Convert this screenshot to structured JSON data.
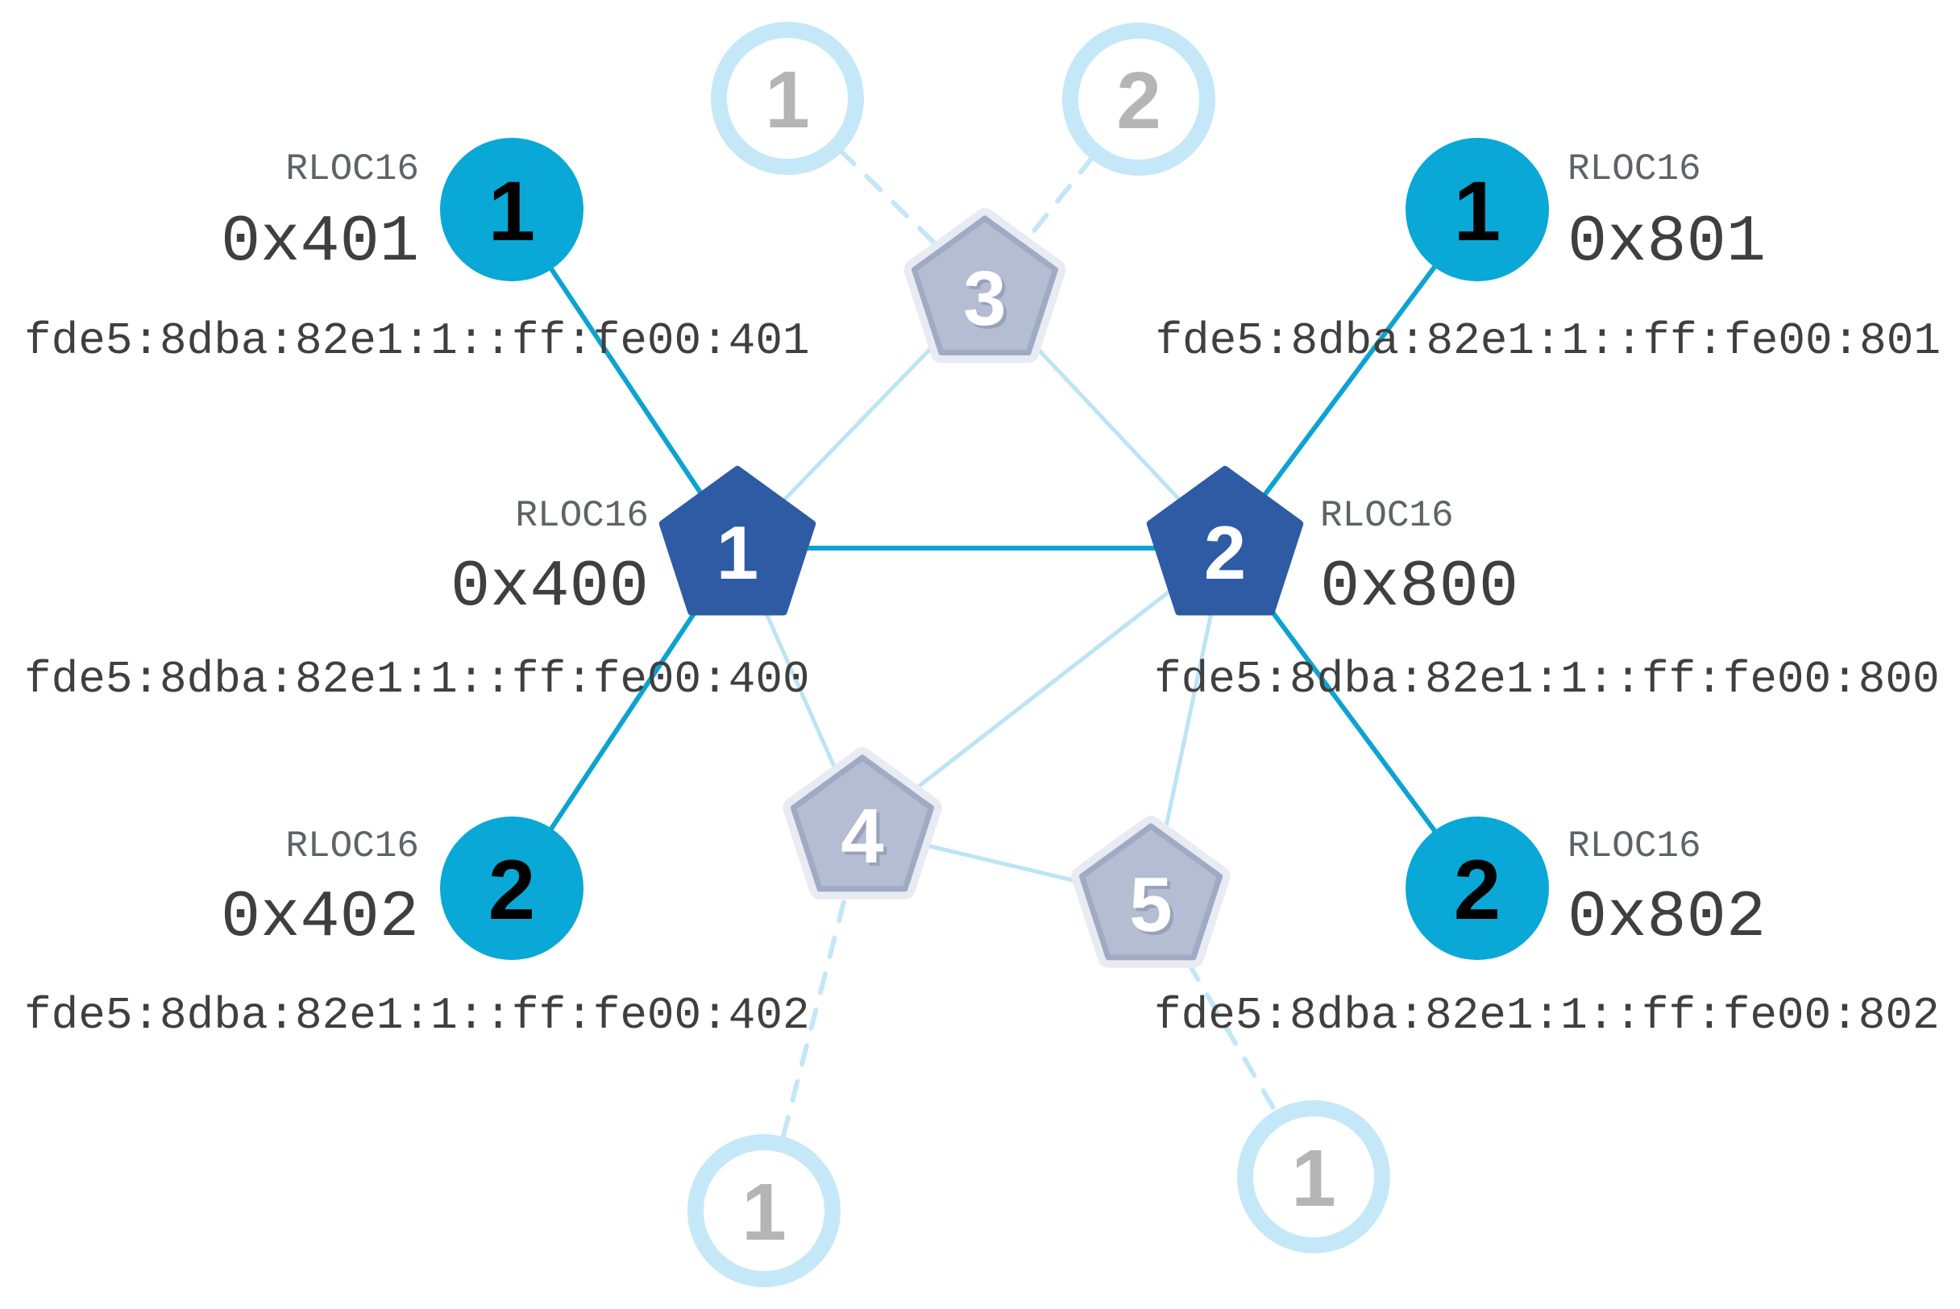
{
  "rloc_label": "RLOC16",
  "routers": {
    "router_1": {
      "number": "1",
      "rloc16": "0x400",
      "ipv6": "fde5:8dba:82e1:1::ff:fe00:400"
    },
    "router_2": {
      "number": "2",
      "rloc16": "0x800",
      "ipv6": "fde5:8dba:82e1:1::ff:fe00:800"
    },
    "router_3": {
      "number": "3"
    },
    "router_4": {
      "number": "4"
    },
    "router_5": {
      "number": "5"
    }
  },
  "children": {
    "child_401": {
      "number": "1",
      "rloc16": "0x401",
      "ipv6": "fde5:8dba:82e1:1::ff:fe00:401"
    },
    "child_402": {
      "number": "2",
      "rloc16": "0x402",
      "ipv6": "fde5:8dba:82e1:1::ff:fe00:402"
    },
    "child_801": {
      "number": "1",
      "rloc16": "0x801",
      "ipv6": "fde5:8dba:82e1:1::ff:fe00:801"
    },
    "child_802": {
      "number": "2",
      "rloc16": "0x802",
      "ipv6": "fde5:8dba:82e1:1::ff:fe00:802"
    }
  },
  "inactive_nodes": {
    "top_child_1": {
      "number": "1"
    },
    "top_child_2": {
      "number": "2"
    },
    "bottom_child_left": {
      "number": "1"
    },
    "bottom_child_right": {
      "number": "1"
    }
  },
  "colors": {
    "teal": "#09a8d6",
    "teal-line": "#0da3d1",
    "dark-blue": "#2e5ba4",
    "light-line": "#bce4f5",
    "dashed-line": "#c3e7f7",
    "inactive-ring": "#c5e8f8",
    "inactive-pent-fill": "#b4bdd1",
    "inactive-pent-stroke": "#9faac4",
    "inactive-pent-halo": "#e8ebf2",
    "inactive-number": "#b5b5b5",
    "label-gray": "#5f6368",
    "text-dark": "#3f3f3f",
    "pent-number-shadow": "#97a2bb"
  }
}
